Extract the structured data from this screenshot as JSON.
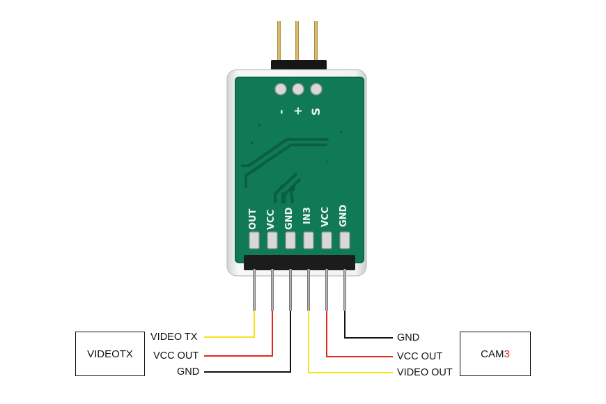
{
  "board": {
    "top_pins": [
      "-",
      "+",
      "S"
    ],
    "bottom_pins": [
      "OUT",
      "VCC",
      "GND",
      "IN3",
      "VCC",
      "GND"
    ]
  },
  "left_device": {
    "label": "VIDEOTX",
    "wires": [
      "VIDEO TX",
      "VCC OUT",
      "GND"
    ]
  },
  "right_device": {
    "label_prefix": "CAM",
    "label_number": "3",
    "wires": [
      "GND",
      "VCC OUT",
      "VIDEO OUT"
    ]
  },
  "colors": {
    "pcb": "#0f7a55",
    "pcb_dark": "#0b6646",
    "pad": "#d8d8d8",
    "wire_yellow": "#f4e21a",
    "wire_red": "#e3261c",
    "wire_black": "#111111",
    "cam_number": "#d42a1f"
  }
}
